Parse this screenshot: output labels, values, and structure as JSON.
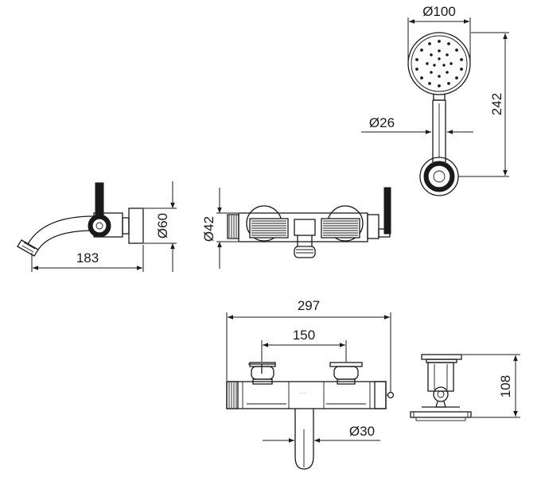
{
  "dimensions": {
    "shower_head_diameter": "Ø100",
    "handle_diameter": "Ø26",
    "shower_length": "242",
    "spout_length": "183",
    "flange_diameter": "Ø60",
    "body_diameter": "Ø42",
    "overall_width": "297",
    "center_distance": "150",
    "spout_diameter": "Ø30",
    "side_height": "108"
  }
}
